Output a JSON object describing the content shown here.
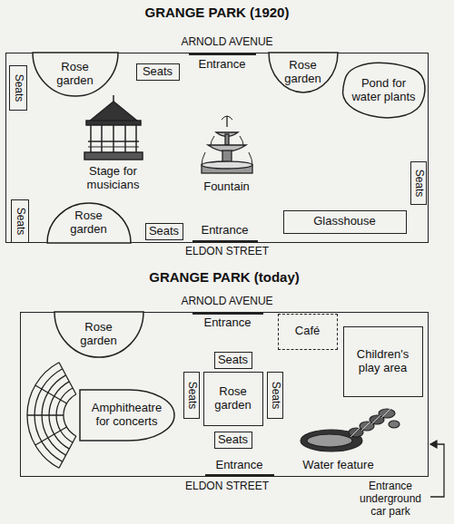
{
  "diagram": {
    "nodes": [
      {
        "text": [
          "GRANGE PARK (1920)"
        ]
      },
      {
        "text": [
          "Seats"
        ],
        "in": 0
      },
      {
        "text": [
          "Rose garden"
        ],
        "in": 0
      },
      {
        "text": [
          "Seats"
        ],
        "in": 0
      },
      {
        "text": [
          "Entrance"
        ],
        "in": 0
      },
      {
        "text": [
          "Rose garden"
        ],
        "in": 0
      },
      {
        "text": [
          "Pond for water plants"
        ],
        "in": 0
      },
      {
        "text": [
          "Stage for musicians"
        ],
        "in": 0
      },
      {
        "text": [
          "Fountain"
        ],
        "in": 0
      },
      {
        "text": [
          "Seats"
        ],
        "in": 0
      },
      {
        "text": [
          "Seats"
        ],
        "in": 0
      },
      {
        "text": [
          "Rose garden"
        ],
        "in": 0
      },
      {
        "text": [
          "Seats"
        ],
        "in": 0
      },
      {
        "text": [
          "Entrance"
        ],
        "in": 0
      },
      {
        "text": [
          "Glasshouse"
        ],
        "in": 0
      },
      {
        "text": [
          "GRANGE PARK (today)"
        ]
      },
      {
        "text": [
          "Entrance"
        ],
        "in": 15
      },
      {
        "text": [
          "Café"
        ],
        "in": 15
      },
      {
        "text": [
          "Rose garden"
        ],
        "in": 15
      },
      {
        "text": [
          "Children's play area"
        ],
        "in": 15
      },
      {
        "text": [
          "Seats"
        ],
        "in": 15
      },
      {
        "text": [
          "Amphitheatre for concerts"
        ],
        "in": 15
      },
      {
        "text": [
          "Seats"
        ],
        "in": 15
      },
      {
        "text": [
          "Rose garden"
        ],
        "in": 15
      },
      {
        "text": [
          "Seats"
        ],
        "in": 15
      },
      {
        "text": [
          "Seats"
        ],
        "in": 15
      },
      {
        "text": [
          "Entrance"
        ],
        "in": 15
      },
      {
        "text": [
          "Water feature"
        ],
        "in": 15
      }
    ],
    "labels": [
      "ARNOLD AVENUE",
      "ELDON STREET",
      "ARNOLD AVENUE",
      "ELDON STREET",
      "Entrance underground car park"
    ]
  }
}
